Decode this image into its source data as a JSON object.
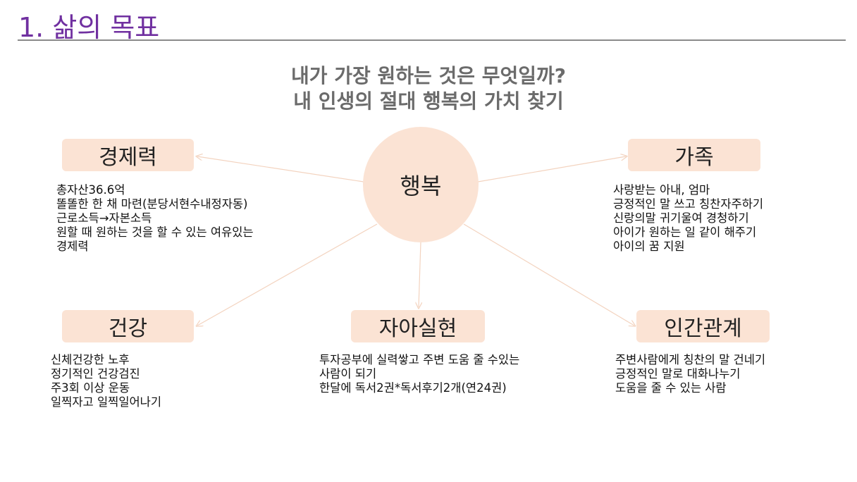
{
  "title": "1. 삶의 목표",
  "subtitle": [
    "내가 가장 원하는 것은 무엇일까?",
    "내 인생의 절대 행복의 가치 찾기"
  ],
  "center": "행복",
  "nodes": [
    {
      "label": "경제력",
      "lines": [
        "총자산36.6억",
        "똘똘한 한 채 마련(분당서현수내정자동)",
        "근로소득→자본소득",
        "원할 때 원하는 것을 할 수 있는 여유있는",
        "경제력"
      ]
    },
    {
      "label": "가족",
      "lines": [
        "사랑받는 아내, 엄마",
        "긍정적인 말 쓰고 칭찬자주하기",
        "신랑의말 귀기울여 경청하기",
        "아이가 원하는 일 같이 해주기",
        "아이의 꿈 지원"
      ]
    },
    {
      "label": "건강",
      "lines": [
        "신체건강한 노후",
        "정기적인 건강검진",
        "주3회 이상 운동",
        "일찍자고 일찍일어나기"
      ]
    },
    {
      "label": "자아실현",
      "lines": [
        "투자공부에 실력쌓고 주변 도움 줄 수있는",
        "사람이 되기",
        "한달에 독서2권*독서후기2개(연24권)"
      ]
    },
    {
      "label": "인간관계",
      "lines": [
        "주변사람에게 칭찬의 말 건네기",
        "긍정적인 말로 대화나누기",
        "도움을 줄 수 있는 사람"
      ]
    }
  ],
  "colors": {
    "title": "#7030a0",
    "accent": "#fbe3d4"
  }
}
